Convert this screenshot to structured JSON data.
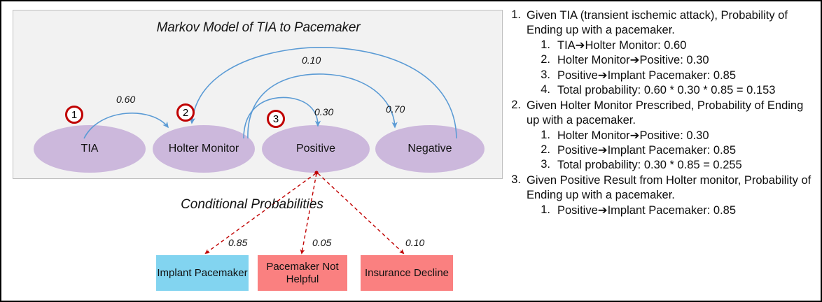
{
  "diagram": {
    "panel_title": "Markov Model of TIA to Pacemaker",
    "conditional_title": "Conditional Probabilities",
    "nodes": [
      {
        "id": "tia",
        "label": "TIA"
      },
      {
        "id": "holter",
        "label": "Holter Monitor"
      },
      {
        "id": "positive",
        "label": "Positive"
      },
      {
        "id": "negative",
        "label": "Negative"
      }
    ],
    "markers": [
      {
        "id": "marker-1",
        "label": "1"
      },
      {
        "id": "marker-2",
        "label": "2"
      },
      {
        "id": "marker-3",
        "label": "3"
      }
    ],
    "transitions": [
      {
        "id": "tia-to-holter",
        "from": "TIA",
        "to": "Holter Monitor",
        "probability": "0.60"
      },
      {
        "id": "positive-to-holter",
        "from": "Positive",
        "to": "Holter Monitor",
        "probability": "0.10"
      },
      {
        "id": "holter-to-positive",
        "from": "Holter Monitor",
        "to": "Positive",
        "probability": "0.30"
      },
      {
        "id": "holter-to-negative",
        "from": "Holter Monitor",
        "to": "Negative",
        "probability": "0.70"
      }
    ],
    "outcomes": [
      {
        "id": "implant-pacemaker",
        "label": "Implant Pacemaker",
        "probability": "0.85",
        "color": "#82d4f0"
      },
      {
        "id": "pacemaker-not-helpful",
        "label": "Pacemaker Not Helpful",
        "probability": "0.05",
        "color": "#fa8080"
      },
      {
        "id": "insurance-decline",
        "label": "Insurance Decline",
        "probability": "0.10",
        "color": "#fa8080"
      }
    ],
    "colors": {
      "node_fill": "#ccb8dc",
      "panel_fill": "#f2f2f2",
      "arc_stroke": "#5b9bd5",
      "dashed_arrow": "#c00000",
      "marker_ring": "#c00000"
    }
  },
  "notes": {
    "items": [
      {
        "num": "1.",
        "text": "Given TIA (transient ischemic attack), Probability of Ending up with a pacemaker.",
        "sub": [
          {
            "num": "1.",
            "text": "TIA➔Holter Monitor: 0.60"
          },
          {
            "num": "2.",
            "text": "Holter Monitor➔Positive: 0.30"
          },
          {
            "num": "3.",
            "text": "Positive➔Implant Pacemaker: 0.85"
          },
          {
            "num": "4.",
            "text": "Total probability: 0.60 * 0.30 * 0.85 = 0.153"
          }
        ]
      },
      {
        "num": "2.",
        "text": "Given Holter Monitor Prescribed, Probability of Ending up with a pacemaker.",
        "sub": [
          {
            "num": "1.",
            "text": "Holter Monitor➔Positive: 0.30"
          },
          {
            "num": "2.",
            "text": "Positive➔Implant Pacemaker: 0.85"
          },
          {
            "num": "3.",
            "text": "Total probability: 0.30 * 0.85 = 0.255"
          }
        ]
      },
      {
        "num": "3.",
        "text": "Given Positive Result from Holter monitor, Probability of Ending up with a pacemaker.",
        "sub": [
          {
            "num": "1.",
            "text": "Positive➔Implant Pacemaker: 0.85"
          }
        ]
      }
    ]
  }
}
